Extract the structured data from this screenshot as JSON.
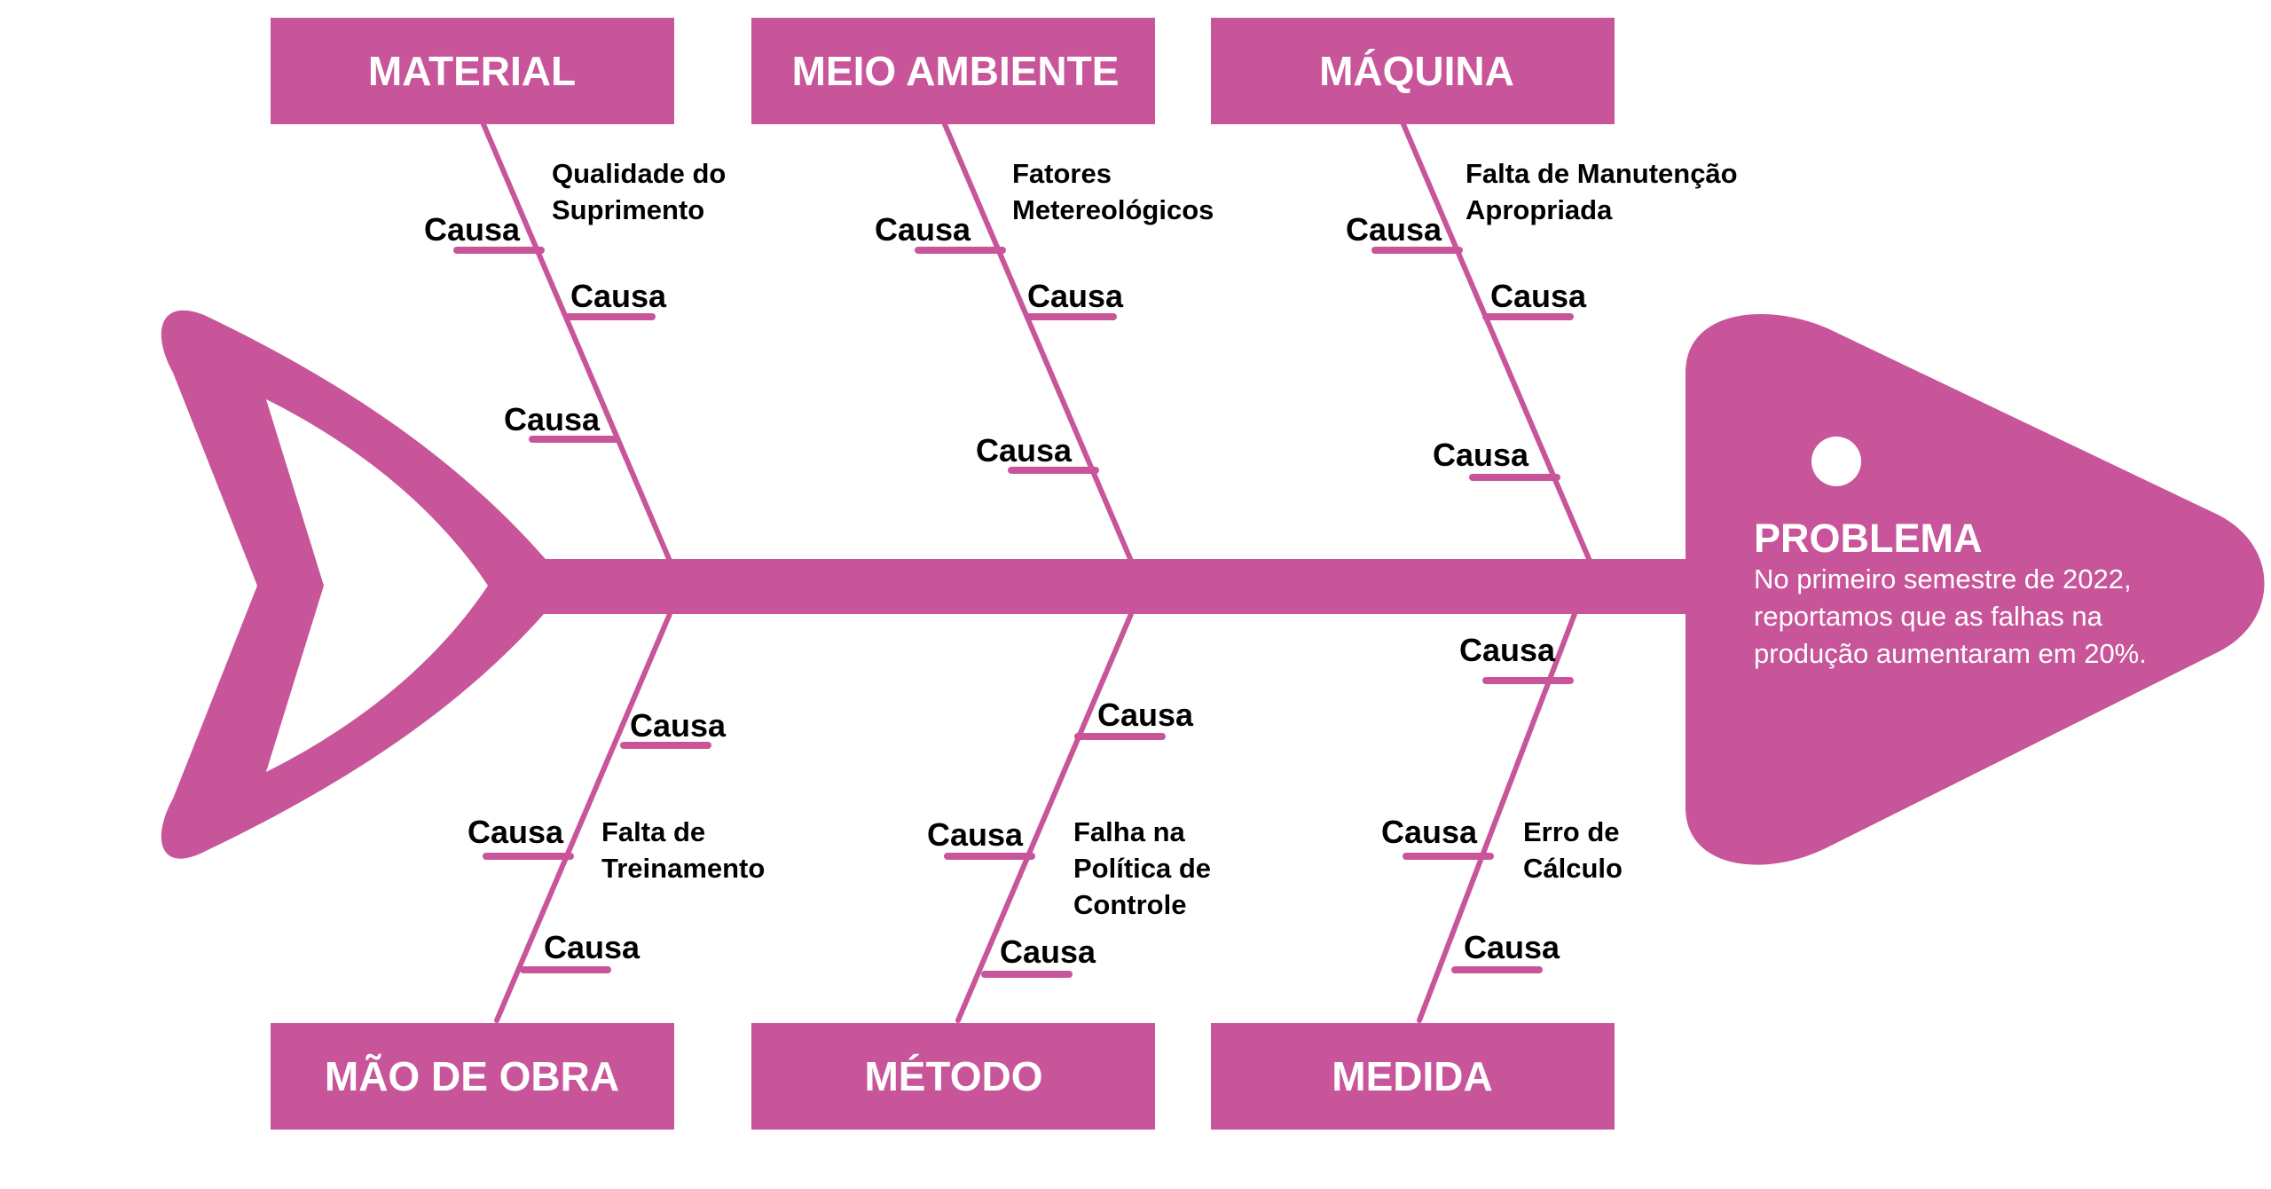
{
  "colors": {
    "accent": "#c8559a",
    "text": "#000000",
    "inverse": "#ffffff"
  },
  "categories": {
    "material": "MATERIAL",
    "meio_ambiente": "MEIO AMBIENTE",
    "maquina": "MÁQUINA",
    "mao_de_obra": "MÃO DE OBRA",
    "metodo": "MÉTODO",
    "medida": "MEDIDA"
  },
  "cause_label": "Causa",
  "notes": {
    "material": [
      "Qualidade do",
      "Suprimento"
    ],
    "meio_ambiente": [
      "Fatores",
      "Metereológicos"
    ],
    "maquina": [
      "Falta de Manutenção",
      "Apropriada"
    ],
    "mao_de_obra": [
      "Falta de",
      "Treinamento"
    ],
    "metodo": [
      "Falha na",
      "Política de",
      "Controle"
    ],
    "medida": [
      "Erro de",
      "Cálculo"
    ]
  },
  "problem": {
    "title": "PROBLEMA",
    "lines": [
      "No primeiro semestre de 2022,",
      "reportamos que as falhas na",
      "produção aumentaram em 20%."
    ]
  }
}
